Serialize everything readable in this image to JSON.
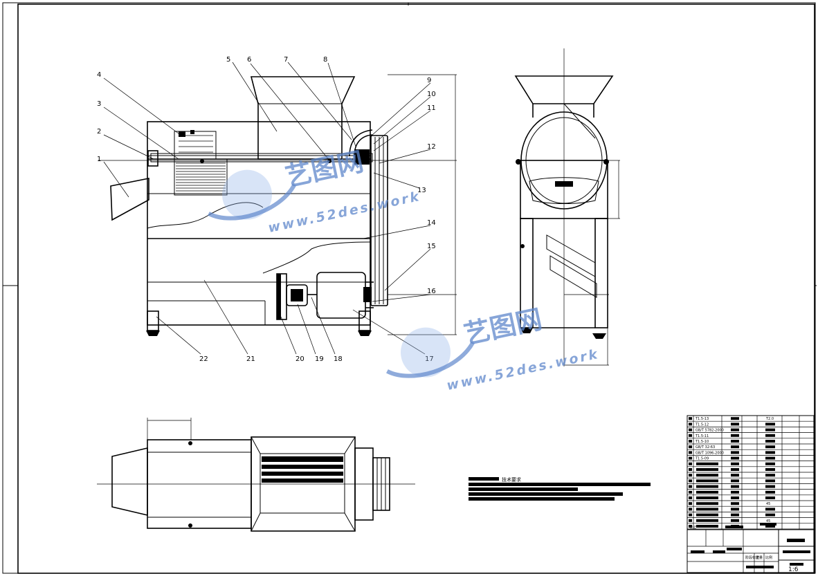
{
  "drawing": {
    "part_numbers": [
      "1",
      "2",
      "3",
      "4",
      "5",
      "6",
      "7",
      "8",
      "9",
      "10",
      "11",
      "12",
      "13",
      "14",
      "15",
      "16",
      "17",
      "18",
      "19",
      "20",
      "21",
      "22"
    ],
    "tech_requirements_heading": "技术要求",
    "scale": "1:6"
  },
  "watermark": {
    "brand": "艺图网",
    "url": "www.52des.work"
  },
  "title_block": {
    "parts_rows": [
      "T1.5-13",
      "T1.5-12",
      "GB/T 5782-2000",
      "T1.5-11",
      "T1.5-10",
      "GB/T 32-63",
      "GB/T 1096-2000",
      "T1.5-09",
      "",
      "",
      "",
      "",
      "",
      "",
      "",
      "",
      "",
      "",
      "",
      ""
    ],
    "right_col": [
      "T2.0",
      "",
      "",
      "",
      "",
      "",
      "",
      "",
      "",
      "",
      "",
      "",
      "",
      "",
      "",
      "45",
      "",
      "",
      "45",
      ""
    ],
    "labels": {
      "mark": "标记",
      "stage_mark": "阶段标记",
      "weight": "重量",
      "scale_label": "比例"
    }
  },
  "colors": {
    "line": "#000000",
    "watermark": "#5f88cc",
    "watermark_light": "#8fb1e8"
  },
  "icons": [
    "watermark-globe-icon"
  ]
}
